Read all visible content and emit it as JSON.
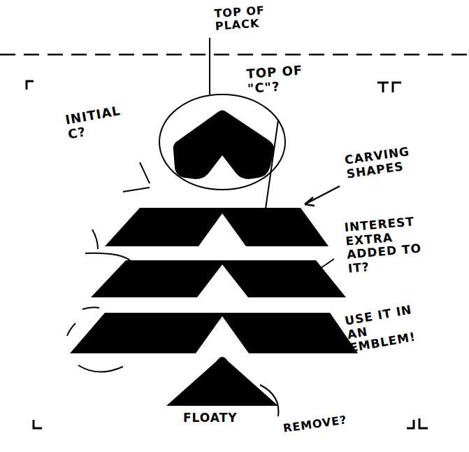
{
  "diagram": {
    "labels": [
      "TOP OF PLACK",
      "TOP OF \"C\"?",
      "INITIAL C?",
      "CARVING SHAPES",
      "INTEREST EXTRA ADDED TO IT?",
      "USE IT IN AN EMBLEM!",
      "FLOATY",
      "REMOVE?"
    ]
  }
}
